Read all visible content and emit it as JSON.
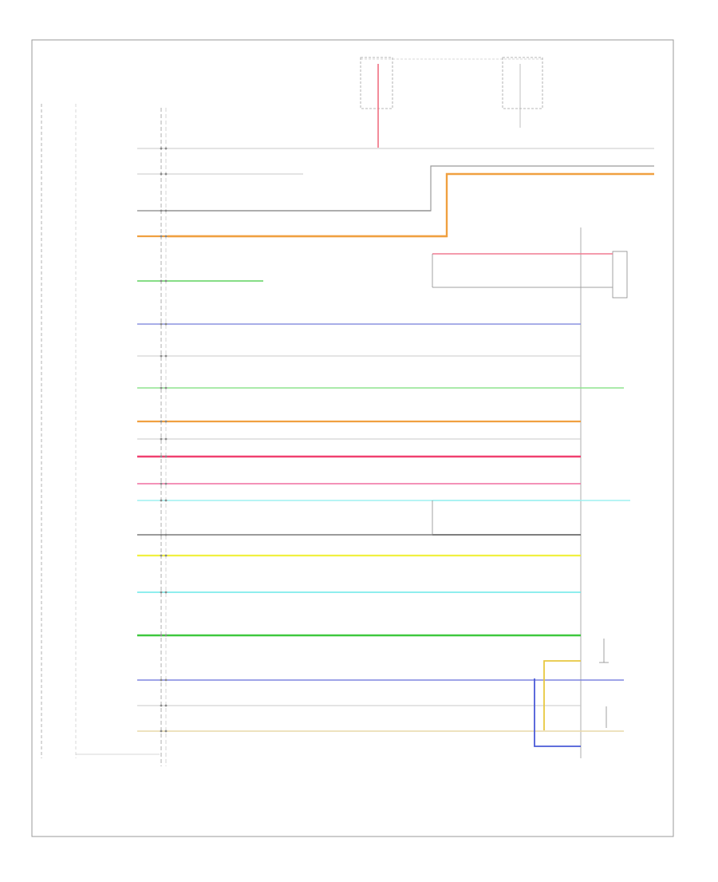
{
  "diagram": {
    "circuits": [
      {
        "label": "",
        "color": "#c8c8c8",
        "wire_code": "",
        "width": 1
      },
      {
        "label": "",
        "color": "#c8c8c8",
        "wire_code": "",
        "width": 1
      },
      {
        "label": "",
        "color": "#9a9a9a",
        "wire_code": "",
        "width": 1.4
      },
      {
        "label": "",
        "color": "#f0a040",
        "wire_code": "",
        "width": 2.2
      },
      {
        "label": "",
        "color": "#5fd25f",
        "wire_code": "",
        "width": 1.6
      },
      {
        "label": "",
        "color": "#8c94e0",
        "wire_code": "",
        "width": 1.4
      },
      {
        "label": "",
        "color": "#c8c8c8",
        "wire_code": "",
        "width": 1
      },
      {
        "label": "",
        "color": "#8ee48e",
        "wire_code": "",
        "width": 1.6
      },
      {
        "label": "",
        "color": "#f0a040",
        "wire_code": "",
        "width": 2.2
      },
      {
        "label": "",
        "color": "#c8c8c8",
        "wire_code": "",
        "width": 1
      },
      {
        "label": "",
        "color": "#f04070",
        "wire_code": "",
        "width": 2.4
      },
      {
        "label": "",
        "color": "#f06ea0",
        "wire_code": "",
        "width": 1.6
      },
      {
        "label": "",
        "color": "#9ef0f0",
        "wire_code": "",
        "width": 1.6
      },
      {
        "label": "",
        "color": "#7a7a7a",
        "wire_code": "",
        "width": 1.4
      },
      {
        "label": "",
        "color": "#f0f040",
        "wire_code": "",
        "width": 2.2
      },
      {
        "label": "",
        "color": "#6ae8e8",
        "wire_code": "",
        "width": 1.6
      },
      {
        "label": "",
        "color": "#3ec83e",
        "wire_code": "",
        "width": 2.4
      },
      {
        "label": "",
        "color": "#7e86e0",
        "wire_code": "",
        "width": 1.6
      },
      {
        "label": "",
        "color": "#c8c8c8",
        "wire_code": "",
        "width": 1
      },
      {
        "label": "",
        "color": "#e8d8a8",
        "wire_code": "",
        "width": 1.6
      }
    ],
    "components": {
      "left_module": "",
      "top_fuse_a": "",
      "top_fuse_b": "",
      "right_component_top": "",
      "right_component_bottom": "",
      "mid_connector": "",
      "lower_connector": "",
      "bottom_connector": ""
    },
    "footer": {
      "caption_left": "",
      "caption_right": "",
      "page_code": ""
    }
  }
}
